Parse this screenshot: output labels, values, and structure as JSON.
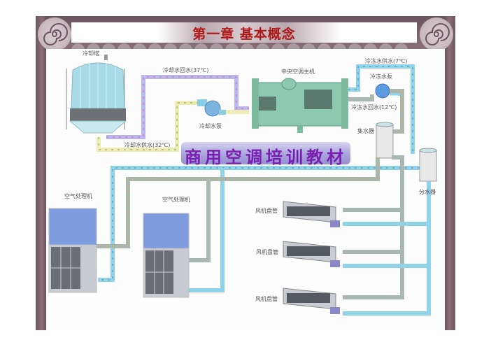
{
  "slide": {
    "title": "第一章 基本概念",
    "banner": "商用空调培训教材"
  },
  "colors": {
    "frame": "#7a616b",
    "title_red": "#b01818",
    "banner_purple": "#7a1fb0",
    "chilled_pipe": "#8fd0ea",
    "return_pipe": "#a8b8a8",
    "cooling_return_pipe": "#b8b6f0",
    "cooling_supply_pipe": "#f2f0b0"
  },
  "components": {
    "cooling_tower": "冷却塔",
    "chiller": "中央空调主机",
    "cooling_pump": "冷却水泵",
    "chilled_pump": "冷冻水泵",
    "collector": "集水器",
    "distributor": "分水器",
    "ahu_1": "空气处理机",
    "ahu_2": "空气处理机",
    "fcu_1": "风机盘管",
    "fcu_2": "风机盘管",
    "fcu_3": "风机盘管"
  },
  "pipes": {
    "cooling_return": "冷却水回水(37℃)",
    "cooling_supply": "冷却水供水(32℃)",
    "chilled_supply": "冷冻水供水(7℃)",
    "chilled_return": "冷冻水回水(12℃)"
  }
}
